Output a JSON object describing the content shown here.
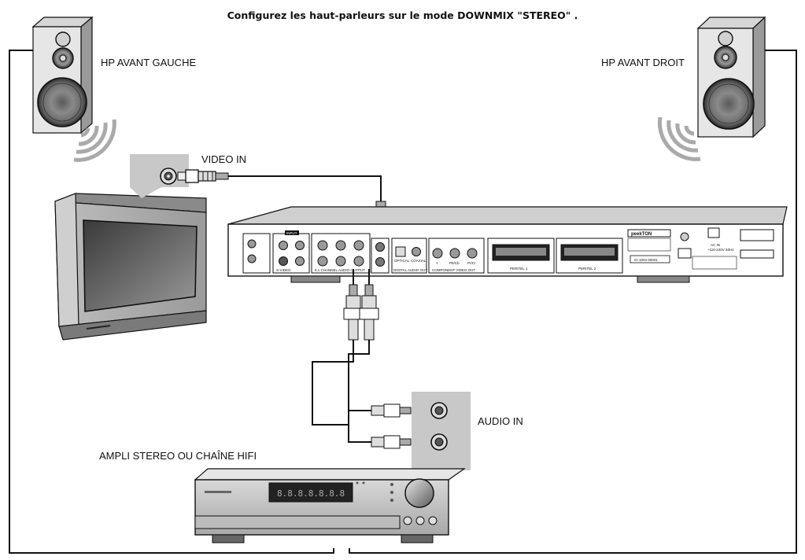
{
  "title": "Configurez les haut-parleurs sur le mode DOWNMIX  \"STEREO\" .",
  "labels": {
    "speaker_left": "HP AVANT GAUCHE",
    "speaker_right": "HP AVANT DROIT",
    "video_in": "VIDEO IN",
    "audio_in": "AUDIO IN",
    "amplifier": "AMPLI  STEREO OU CHAÎNE HIFI"
  },
  "player": {
    "brand": "peekTON",
    "serial": "GI  1004  00001",
    "ac_in": "AC IN",
    "voltage": "~110-240V  50Hz",
    "panel_labels": {
      "input": "INPUT",
      "svideo": "S-VIDEO",
      "channel_audio": "5.1 CHANNEL AUDIO OUTPUT",
      "digital_audio": "DIGITAL AUDIO OUT",
      "optical": "OPTICAL",
      "coaxial": "COAXIAL",
      "component": "COMPONENT VIDEO OUT",
      "comp_y": "Y",
      "comp_pb": "Pb/Cb",
      "comp_pr": "Pr/Cr",
      "peritel1": "PERITEL 1",
      "peritel2": "PERITEL 2"
    }
  },
  "amplifier_display": "8.8.8.8.8.8.8"
}
